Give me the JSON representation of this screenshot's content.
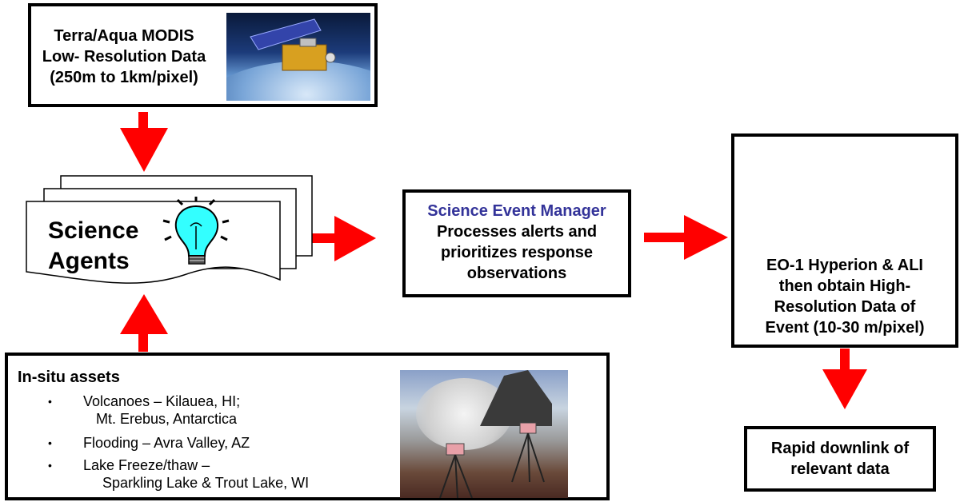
{
  "modis": {
    "lines": [
      "Terra/Aqua MODIS",
      "Low- Resolution Data",
      "(250m to 1km/pixel)"
    ]
  },
  "science_agents": {
    "lines": [
      "Science",
      "Agents"
    ]
  },
  "event_manager": {
    "title": "Science Event Manager",
    "lines": [
      "Processes alerts and",
      "prioritizes response",
      "observations"
    ],
    "title_color": "#333399"
  },
  "eo1": {
    "lines": [
      "EO-1 Hyperion & ALI",
      "then obtain High-",
      "Resolution Data of",
      "Event  (10-30 m/pixel)"
    ]
  },
  "downlink": {
    "lines": [
      "Rapid downlink of",
      "relevant data"
    ]
  },
  "insitu": {
    "title": "In-situ assets",
    "bullet": "•",
    "items": [
      {
        "line1": "Volcanoes – Kilauea, HI;",
        "line2": "Mt. Erebus, Antarctica"
      },
      {
        "line1": "Flooding – Avra Valley, AZ",
        "line2": ""
      },
      {
        "line1": "Lake Freeze/thaw –",
        "line2": "Sparkling Lake & Trout Lake, WI"
      }
    ]
  },
  "colors": {
    "arrow": "#ff0000",
    "border": "#000000"
  },
  "icons": {
    "satellite": "satellite-image",
    "lightbulb": "lightbulb-icon",
    "eo1": "eo1-satellite-icon",
    "field_photo": "volcano-field-photo"
  }
}
